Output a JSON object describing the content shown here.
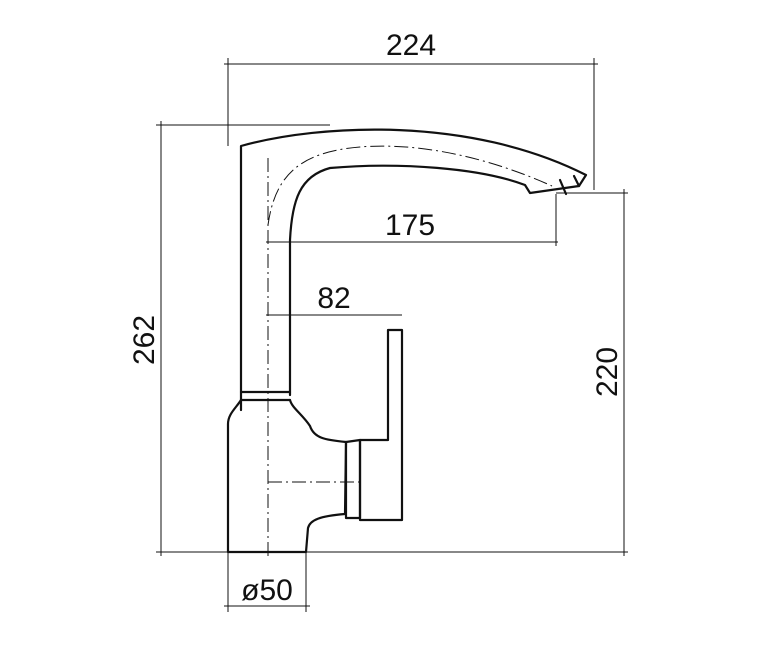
{
  "dimensions": {
    "overall_width": "224",
    "spout_reach": "175",
    "handle_offset": "82",
    "overall_height": "262",
    "spout_height": "220",
    "base_diameter": "ø50"
  },
  "colors": {
    "line": "#111111",
    "background": "#ffffff"
  }
}
